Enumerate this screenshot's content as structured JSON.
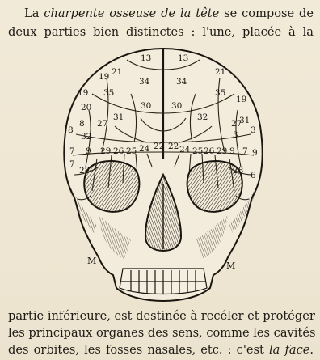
{
  "text": {
    "line1_a": "La",
    "line1_b": "charpente osseuse de la tête",
    "line1_c": "se compose de",
    "line2": "deux parties bien distinctes : l'une, placée à la",
    "line3": "partie inférieure, est destinée à recéler et protéger",
    "line4": "les principaux organes des sens, comme les cavités",
    "line5_a": "des orbites, les fosses nasales, etc. : c'est",
    "line5_b": "la face",
    "line5_c": "."
  },
  "figure": {
    "n": [
      "13",
      "13",
      "19",
      "21",
      "21",
      "34",
      "34",
      "35",
      "35",
      "19",
      "19",
      "30",
      "30",
      "20",
      "8",
      "31",
      "27",
      "27",
      "31",
      "32",
      "32",
      "8",
      "3",
      "3",
      "7",
      "9",
      "29",
      "26",
      "25",
      "24",
      "22",
      "22",
      "24",
      "25",
      "26",
      "29",
      "9",
      "7",
      "9",
      "7",
      "28",
      "28",
      "6"
    ],
    "m_left": "M",
    "m_right": "M"
  }
}
